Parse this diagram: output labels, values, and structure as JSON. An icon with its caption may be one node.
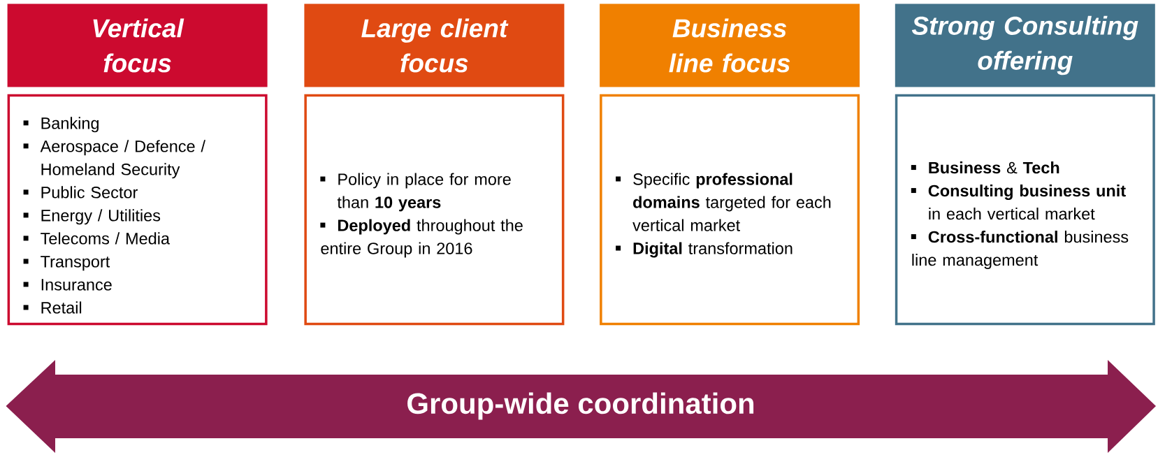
{
  "diagram": {
    "nodes": [
      {
        "text": [
          "Vertical focus"
        ]
      },
      {
        "text": [
          "Large client focus"
        ]
      },
      {
        "text": [
          "Business line focus"
        ]
      },
      {
        "text": [
          "Strong Consulting offering"
        ]
      },
      {
        "text": [
          "Banking",
          "Aerospace / Defence / Homeland Security",
          "Public Sector",
          "Energy / Utilities",
          "Telecoms / Media",
          "Transport",
          "Insurance",
          "Retail"
        ]
      },
      {
        "text": [
          "Policy in place for more than **10 years**",
          "**Deployed** throughout the entire Group in 2016"
        ]
      },
      {
        "text": [
          "Specific **professional domains** targeted for each vertical market",
          "**Digital** transformation"
        ]
      },
      {
        "text": [
          "**Business** & **Tech**",
          "**Consulting business unit** in each vertical market",
          "**Cross-functional** business line management"
        ]
      },
      {
        "text": [
          "Group-wide coordination"
        ]
      }
    ]
  }
}
